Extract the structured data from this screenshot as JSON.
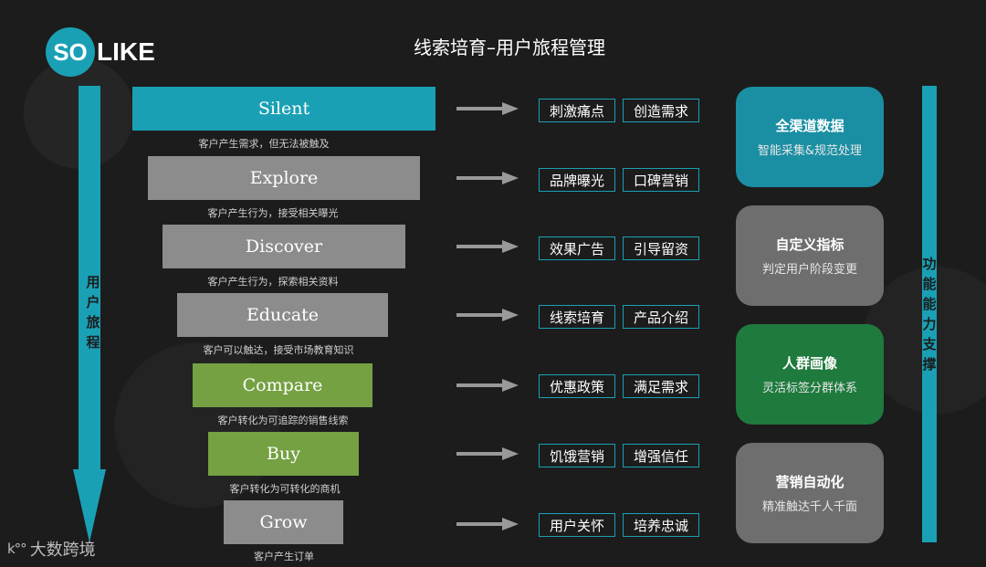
{
  "logo": {
    "circle_text": "SO",
    "text": "LIKE"
  },
  "title": "线索培育–用户旅程管理",
  "left_axis_label": [
    "用",
    "户",
    "旅",
    "程"
  ],
  "right_axis_label": [
    "功",
    "能",
    "能",
    "力",
    "支",
    "撑"
  ],
  "stages": [
    {
      "name": "Silent",
      "desc": "客户产生需求，但无法被触及",
      "color": "#1aa0b4",
      "tags": [
        "刺激痛点",
        "创造需求"
      ]
    },
    {
      "name": "Explore",
      "desc": "客户产生行为，接受相关曝光",
      "color": "#8c8c8c",
      "tags": [
        "品牌曝光",
        "口碑营销"
      ]
    },
    {
      "name": "Discover",
      "desc": "客户产生行为，探索相关资料",
      "color": "#8c8c8c",
      "tags": [
        "效果广告",
        "引导留资"
      ]
    },
    {
      "name": "Educate",
      "desc": "客户可以触达，接受市场教育知识",
      "color": "#8c8c8c",
      "tags": [
        "线索培育",
        "产品介绍"
      ]
    },
    {
      "name": "Compare",
      "desc": "客户转化为可追踪的销售线索",
      "color": "#75a142",
      "tags": [
        "优惠政策",
        "满足需求"
      ]
    },
    {
      "name": "Buy",
      "desc": "客户转化为可转化的商机",
      "color": "#75a142",
      "tags": [
        "饥饿营销",
        "增强信任"
      ]
    },
    {
      "name": "Grow",
      "desc": "客户产生订单",
      "color": "#8c8c8c",
      "tags": [
        "用户关怀",
        "培养忠诚"
      ]
    }
  ],
  "cards": [
    {
      "title": "全渠道数据",
      "sub": "智能采集&规范处理",
      "color": "#1a8fa3"
    },
    {
      "title": "自定义指标",
      "sub": "判定用户阶段变更",
      "color": "#6e6e6e"
    },
    {
      "title": "人群画像",
      "sub": "灵活标签分群体系",
      "color": "#1f7a3e"
    },
    {
      "title": "营销自动化",
      "sub": "精准触达千人千面",
      "color": "#6e6e6e"
    }
  ],
  "watermark": {
    "icon": "k100",
    "text": "大数跨境"
  }
}
